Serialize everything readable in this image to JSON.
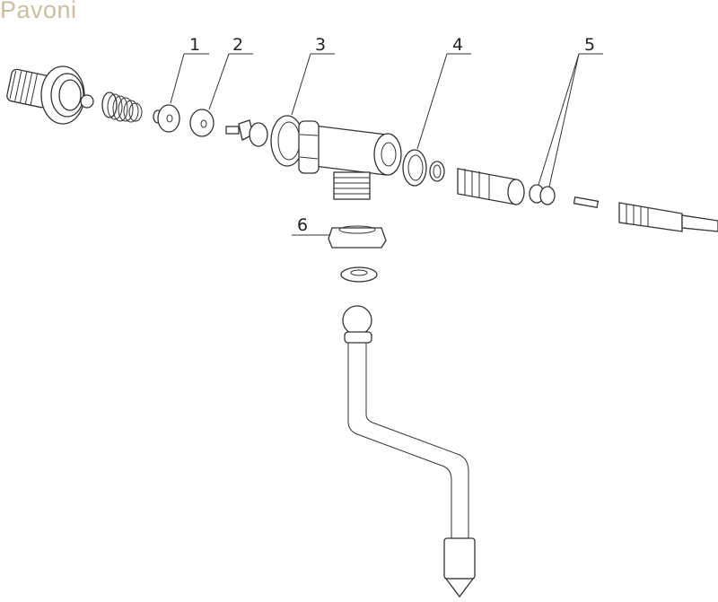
{
  "brand": {
    "name": "Pavoni",
    "color": "#cbbf9f"
  },
  "diagram": {
    "type": "exploded parts view",
    "callouts": [
      {
        "number": "1"
      },
      {
        "number": "2"
      },
      {
        "number": "3"
      },
      {
        "number": "4"
      },
      {
        "number": "5"
      },
      {
        "number": "6"
      }
    ]
  }
}
